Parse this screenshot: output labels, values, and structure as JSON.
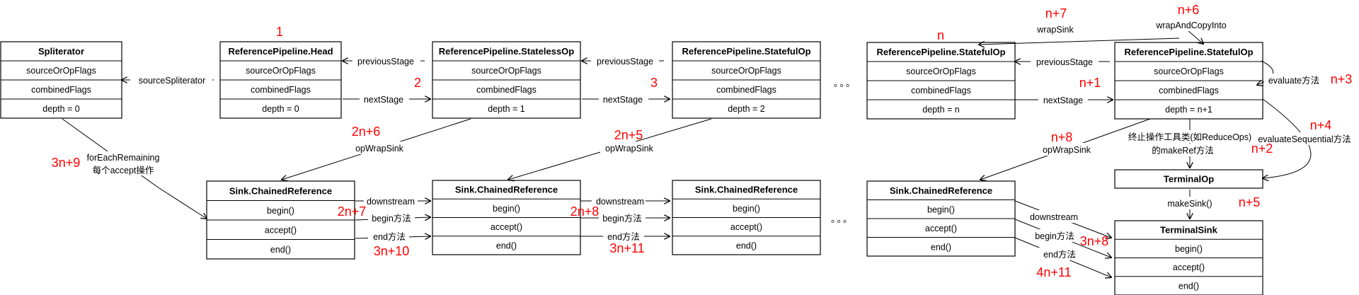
{
  "boxes": {
    "spliterator": {
      "title": "Spliterator",
      "rows": [
        "sourceOrOpFlags",
        "combinedFlags",
        "depth = 0"
      ]
    },
    "head": {
      "title": "ReferencePipeline.Head",
      "rows": [
        "sourceOrOpFlags",
        "combinedFlags",
        "depth = 0"
      ]
    },
    "stateless": {
      "title": "ReferencePipeline.StatelessOp",
      "rows": [
        "sourceOrOpFlags",
        "combinedFlags",
        "depth = 1"
      ]
    },
    "stateful2": {
      "title": "ReferencePipeline.StatefulOp",
      "rows": [
        "sourceOrOpFlags",
        "combinedFlags",
        "depth = 2"
      ]
    },
    "statefulN": {
      "title": "ReferencePipeline.StatefulOp",
      "rows": [
        "sourceOrOpFlags",
        "combinedFlags",
        "depth = n"
      ]
    },
    "statefulN1": {
      "title": "ReferencePipeline.StatefulOp",
      "rows": [
        "sourceOrOpFlags",
        "combinedFlags",
        "depth = n+1"
      ]
    },
    "sink1": {
      "title": "Sink.ChainedReference",
      "rows": [
        "begin()",
        "accept()",
        "end()"
      ]
    },
    "sink2": {
      "title": "Sink.ChainedReference",
      "rows": [
        "begin()",
        "accept()",
        "end()"
      ]
    },
    "sink3": {
      "title": "Sink.ChainedReference",
      "rows": [
        "begin()",
        "accept()",
        "end()"
      ]
    },
    "sink4": {
      "title": "Sink.ChainedReference",
      "rows": [
        "begin()",
        "accept()",
        "end()"
      ]
    },
    "terminalOp": {
      "title": "TerminalOp",
      "rows": []
    },
    "terminalSink": {
      "title": "TerminalSink",
      "rows": [
        "begin()",
        "accept()",
        "end()"
      ]
    }
  },
  "labels": {
    "sourceSpliterator": "sourceSpliterator",
    "previousStage": "previousStage",
    "nextStage": "nextStage",
    "opWrapSink": "opWrapSink",
    "downstream": "downstream",
    "beginMethod": "begin方法",
    "endMethod": "end方法",
    "forEachRemaining": "forEachRemaining",
    "eachAccept": "每个accept操作",
    "wrapSink": "wrapSink",
    "wrapAndCopyInto": "wrapAndCopyInto",
    "evaluate": "evaluate方法",
    "evaluateSequential": "evaluateSequential方法",
    "terminalTool": "终止操作工具类(如ReduceOps)",
    "makeRef": "的makeRef方法",
    "makeSink": "makeSink()",
    "ellipsis": "。。。"
  },
  "steps": {
    "s1": "1",
    "s2": "2",
    "s3": "3",
    "sn": "n",
    "sn1": "n+1",
    "sn2": "n+2",
    "sn3": "n+3",
    "sn4": "n+4",
    "sn5": "n+5",
    "sn6": "n+6",
    "sn7": "n+7",
    "sn8": "n+8",
    "s2n5": "2n+5",
    "s2n6": "2n+6",
    "s2n7": "2n+7",
    "s2n8": "2n+8",
    "s3n8": "3n+8",
    "s3n9": "3n+9",
    "s3n10": "3n+10",
    "s3n11": "3n+11",
    "s4n11": "4n+11"
  },
  "colors": {
    "step": "#ff0000",
    "line": "#000000",
    "text": "#000000"
  }
}
